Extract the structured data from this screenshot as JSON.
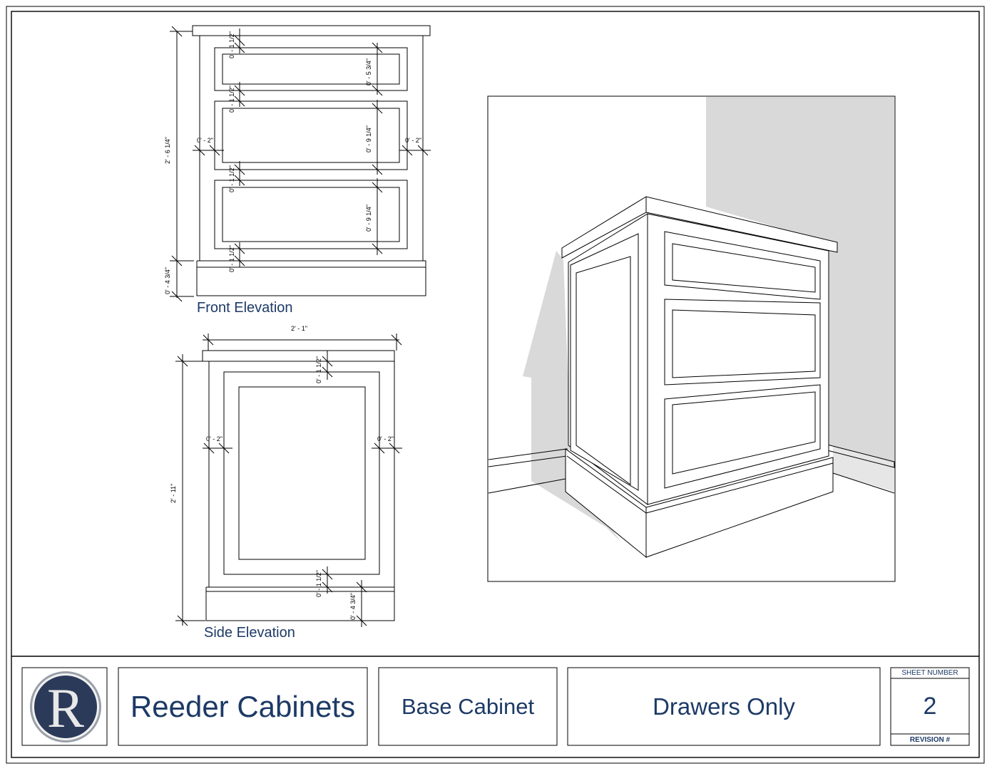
{
  "views": {
    "front": {
      "label": "Front Elevation",
      "dims": {
        "overall_height": "2' - 6 1/4\"",
        "base_height": "0' - 4 3/4\"",
        "side_left": "0' - 2\"",
        "side_right": "0' - 2\"",
        "rail_1": "0' - 1 1/2\"",
        "rail_2": "0' - 1 1/2\"",
        "rail_3": "0' - 1 1/2\"",
        "rail_4": "0' - 1 1/2\"",
        "drawer_1": "0' - 5 3/4\"",
        "drawer_2": "0' - 9 1/4\"",
        "drawer_3": "0' - 9 1/4\""
      }
    },
    "side": {
      "label": "Side Elevation",
      "dims": {
        "overall_width": "2' - 1\"",
        "overall_height": "2' - 11\"",
        "side_left": "0' - 2\"",
        "side_right": "0' - 2\"",
        "rail_top": "0' - 1 1/2\"",
        "rail_bottom": "0' - 1 1/2\"",
        "base_height": "0' - 4 3/4\""
      }
    },
    "perspective": {
      "shade_color": "#d9d9d9"
    }
  },
  "title_block": {
    "logo_letter": "R",
    "company": "Reeder Cabinets",
    "item": "Base Cabinet",
    "description": "Drawers Only",
    "sheet_number_label": "SHEET NUMBER",
    "sheet_number": "2",
    "revision_label": "REVISION #",
    "revision": ""
  },
  "colors": {
    "navy": "#1d3a66",
    "line": "#000000",
    "logo_bg": "#2c3a5a"
  },
  "icons": [
    "logo-r-emblem"
  ]
}
